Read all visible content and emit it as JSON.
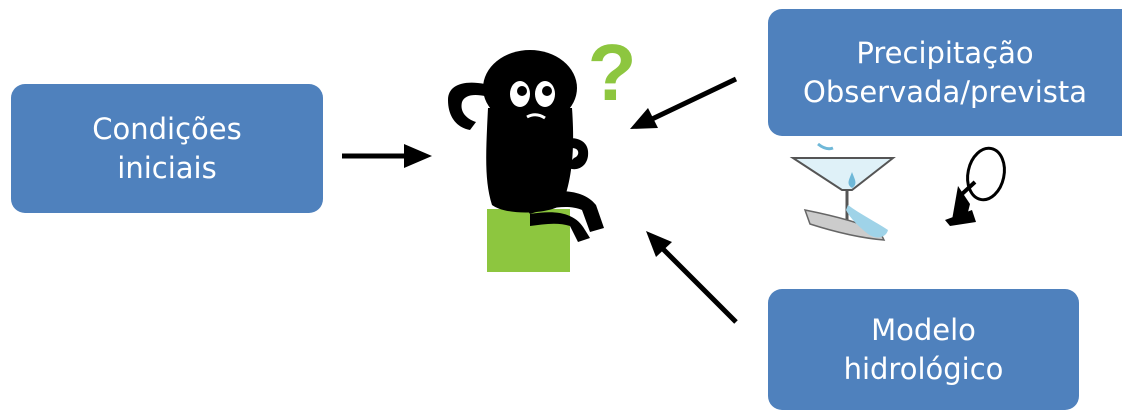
{
  "boxes": {
    "initial_conditions": {
      "line1": "Condições",
      "line2": "iniciais"
    },
    "precipitation": {
      "line1": "Precipitação",
      "line2": "Observada/prevista"
    },
    "hydrologic_model": {
      "line1": "Modelo",
      "line2": "hidrológico"
    }
  },
  "figure": {
    "question_mark": "?"
  },
  "colors": {
    "box_fill": "#4f81bd",
    "box_text": "#ffffff",
    "arrow": "#000000",
    "pedestal": "#8dc63f",
    "question_mark": "#8dc63f",
    "figure": "#000000",
    "gauge_water": "#9fd3e8"
  }
}
